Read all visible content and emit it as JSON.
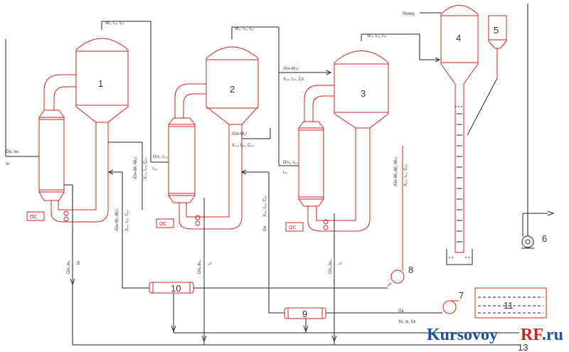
{
  "equipment_numbers": {
    "e1": "1",
    "e2": "2",
    "e3": "3",
    "e4": "4",
    "e5": "5",
    "e6": "6",
    "e7": "7",
    "e8": "8",
    "e9": "9",
    "e10": "10",
    "e11": "11",
    "e13": "13"
  },
  "flow_labels": {
    "top1": "W₁, i₁₀, t₁₀",
    "top2": "W₂, i₂₀, t₂₀",
    "top3": "W₃, i₃₀, t₃₀",
    "pressure": "Pконд",
    "feed": "Gн, xн,",
    "feed2": "tн",
    "mid1a": "/Gн-W₁/,",
    "mid1b": "X₂₀, t₂₀, Cп",
    "mid2a": "/Gн-W₁/",
    "mid2b": "X₂₀, t₂₀, C₂₀",
    "st2a": "Dn₂, t₂₀,",
    "st2b": "t₂₀",
    "st3a": "Dn₃, i₃₀,",
    "st3b": "t₃₀",
    "v1a": "/Gн-W₁-W₂/,",
    "v1b": "X₂₀, t₂₀, C₂₀",
    "v2": "/Gн-W₁-W₂/,",
    "v2b": "X₁₀, t₁₀, C₁₀",
    "v3": "X₁₀, t₁₀, C₁₀",
    "v4a": "/Gн-W₁-W₂-W₃/,",
    "v4b": "X₃₀, t₃₀, C₃₀",
    "g1": "Gк",
    "d1": "Dn₁,iп₁,",
    "d1b": "tн",
    "d2": "Dn₁,tн₂,",
    "d2b": "t₂",
    "d3": "Dn₃,tн₃,",
    "d3b": "t₃",
    "bottom_a": "Gк",
    "bottom_b": "Xк, tк, Cк",
    "pc": "ОС"
  },
  "watermark": {
    "part1": "Kursovoy",
    "part2": "RF",
    "part3": ".ru"
  }
}
